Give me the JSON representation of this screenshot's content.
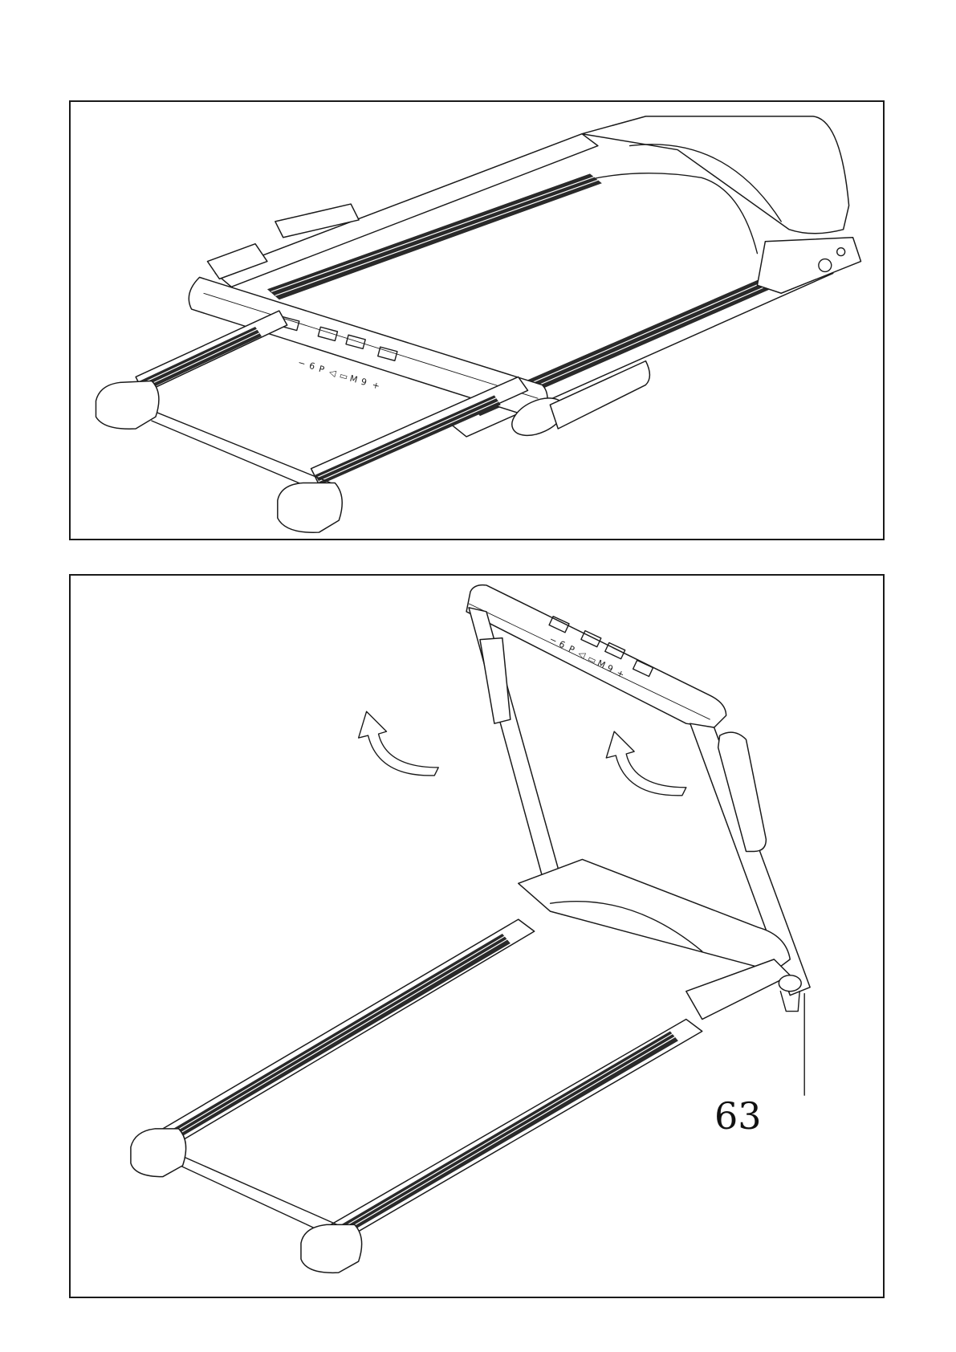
{
  "figures": [
    {
      "id": "folded",
      "console_symbols": [
        "−",
        "6",
        "P",
        "◁",
        "▭",
        "M",
        "9",
        "+"
      ]
    },
    {
      "id": "unfolded",
      "console_symbols": [
        "−",
        "6",
        "P",
        "◁",
        "▭",
        "M",
        "9",
        "+"
      ],
      "callouts": [
        {
          "label": "63"
        }
      ]
    }
  ],
  "colors": {
    "line": "#1a1a1a",
    "background": "#ffffff",
    "rail": "#2a2a2a"
  },
  "icons": [
    "curved-arrow-icon",
    "curved-arrow-icon"
  ]
}
